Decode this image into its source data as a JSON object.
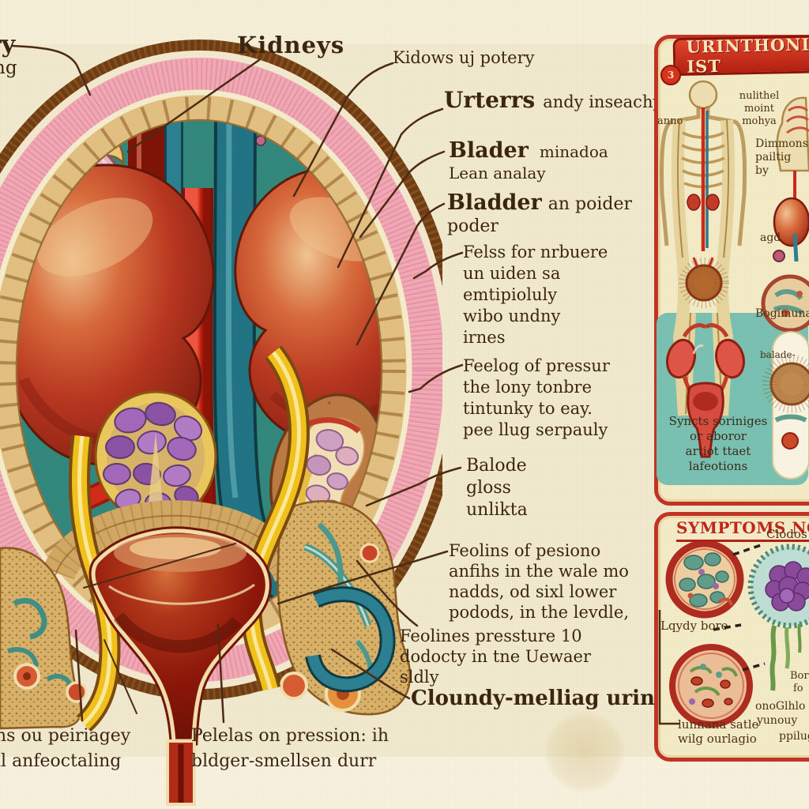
{
  "labels": {
    "corner_l1": "ry",
    "corner_l2": "ng",
    "kidneys": "Kidneys",
    "kidows": "Kidows uj potery",
    "urterrs_head": "Urterrs",
    "urterrs_tail": "andy inseachy",
    "blader_head": "Blader",
    "blader_tail": "minadoa",
    "blader_l2": "Lean analay",
    "bladder_head": "Bladder",
    "bladder_tail": "an poider",
    "bladder_l2": "poder",
    "felss_l1": "Felss for nrbuere",
    "felss_l2": "un uiden sa",
    "felss_l3": "emtipioluly",
    "felss_l4": "wibo undny",
    "felss_l5": "irnes",
    "feelog_l1": "Feelog of pressur",
    "feelog_l2": "the lony tonbre",
    "feelog_l3": "tintunky to eay.",
    "feelog_l4": "pee llug serpauly",
    "balode_l1": "Balode",
    "balode_l2": "gloss",
    "balode_l3": "unlikta",
    "feolins_l1": "Feolins of pesiono",
    "feolins_l2": "anfihs in the wale mo",
    "feolins_l3": "nadds, od sixl lower",
    "feolins_l4": "podods, in the levdle,",
    "feolines_l1": "Feolines pressture 10",
    "feolines_l2": "dodocty in tne Uewaer",
    "feolines_l3": "sldly",
    "cloundy": "Cloundy-melliag urine",
    "botleft_l1": "ns ou peiriagey",
    "botleft_l2": "il anfeoctaling",
    "pelelas_l1": "Pelelas on pression: ih",
    "pelelas_l2": "bldger-smellsen durr"
  },
  "panel_uti": {
    "title": "URINTHONIS IST",
    "badge": "3",
    "anno": "anno",
    "nulithel_l1": "nulithel",
    "nulithel_l2": "moint",
    "nulithel_l3": "mohya",
    "dimmons_l1": "Dimmons",
    "dimmons_l2": "pailtig",
    "dimmons_l3": "by",
    "agd": "agd",
    "bogimuna": "Bogimuna",
    "balade": "balade-",
    "caption_l1": "Syncts soriniges",
    "caption_l2": "or aboror",
    "caption_l3": "artiot ttaet",
    "caption_l4": "lafeotions"
  },
  "panel_symptoms": {
    "title": "SYMPTOMS NO TE",
    "clodos": "Clodos o",
    "lqydy": "Lqydy bore",
    "lunnana_l1": "lunnana satle",
    "lunnana_l2": "wilg ourlagio",
    "r1": "Bor",
    "r2": "fo",
    "r3": "onoGlhlo",
    "r4": "yunouy",
    "r5": "ppilug"
  },
  "colors": {
    "paper": "#f2ebd0",
    "teal_interior": "#31887e",
    "accent_red": "#c23325",
    "kidney_red": "#b5301f",
    "ureter_yellow": "#f3c31c",
    "label_ink": "#3a2410",
    "pink_band": "#f2aab8",
    "tissue_tan": "#d9b36b"
  }
}
